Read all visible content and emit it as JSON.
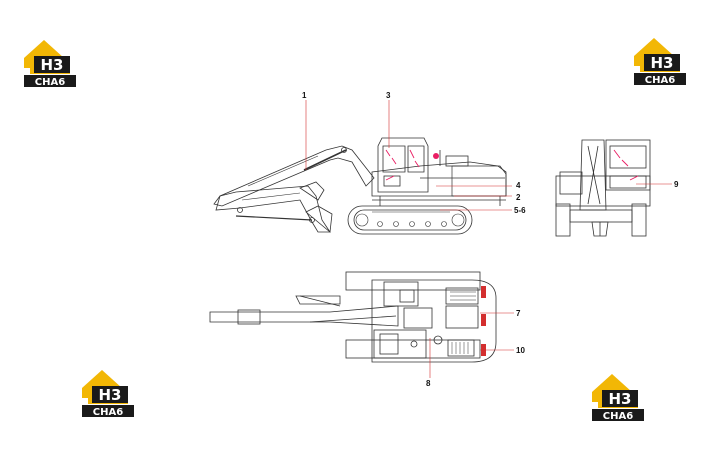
{
  "logo": {
    "mark": "H3",
    "word": "CHA6",
    "colors": {
      "yellow": "#f2b705",
      "black": "#1a1a1a",
      "white": "#ffffff"
    }
  },
  "callouts": {
    "c1": "1",
    "c2": "2",
    "c3": "3",
    "c4": "4",
    "c56": "5-6",
    "c7": "7",
    "c8": "8",
    "c9": "9",
    "c10": "10"
  },
  "colors": {
    "line": "#333333",
    "decal": "#e91e63",
    "leader": "#d32f2f"
  }
}
